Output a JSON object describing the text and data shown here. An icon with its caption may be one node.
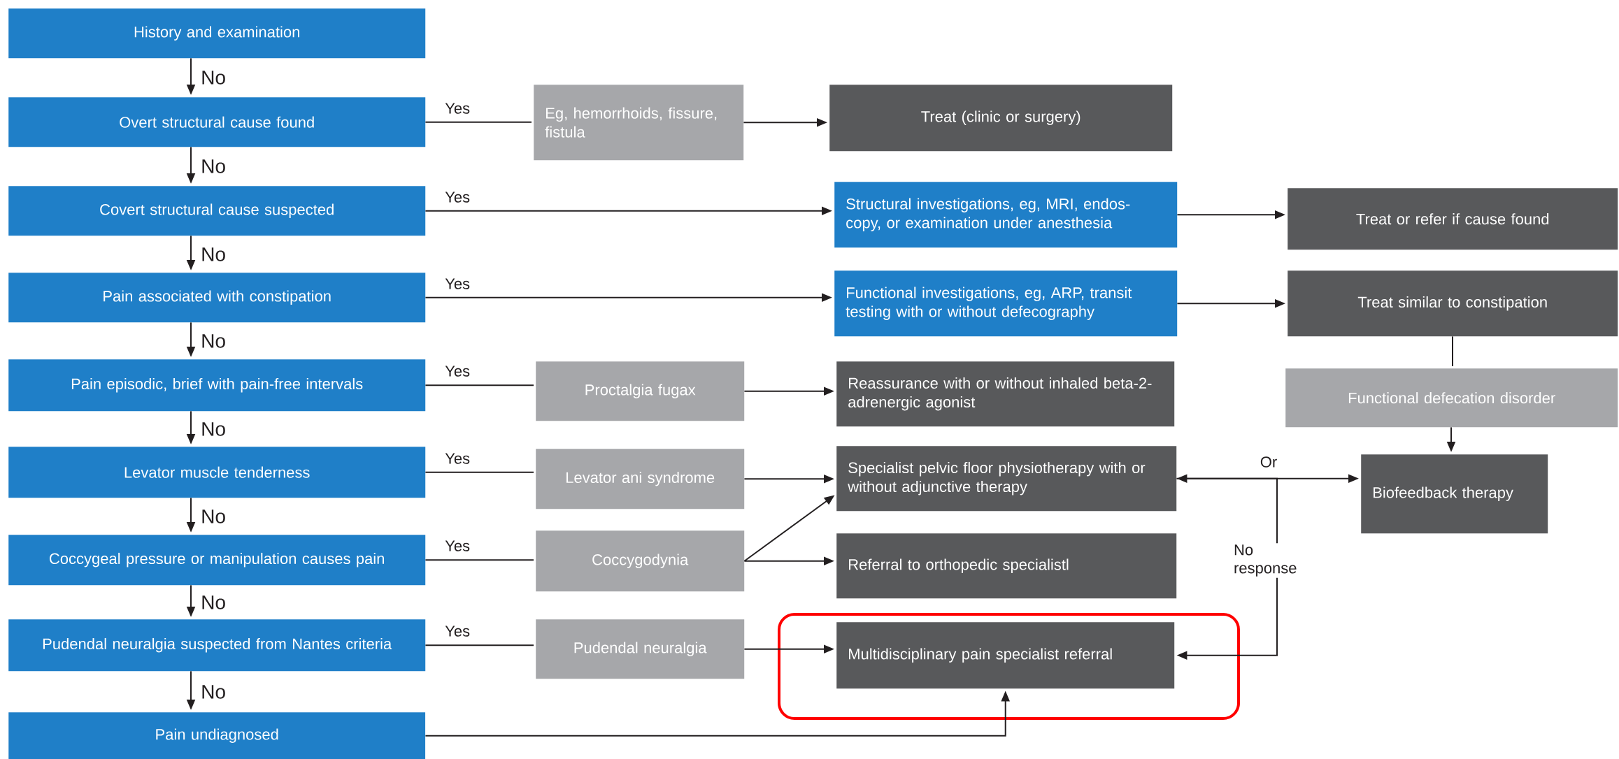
{
  "diagram": {
    "nodes": [
      {
        "text": [
          "History and examination"
        ]
      },
      {
        "text": [
          "Overt structural cause found"
        ]
      },
      {
        "text": [
          "Eg, hemorrhoids, fissure, fistula"
        ]
      },
      {
        "text": [
          "Treat (clinic or surgery)"
        ]
      },
      {
        "text": [
          "Covert structural cause suspected"
        ]
      },
      {
        "text": [
          "Structural investigations, eg, MRI, endos-copy, or examination under anesthesia"
        ]
      },
      {
        "text": [
          "Treat or refer if cause found"
        ]
      },
      {
        "text": [
          "Pain associated with constipation"
        ]
      },
      {
        "text": [
          "Functional investigations, eg, ARP, transit testing with or without defecography"
        ]
      },
      {
        "text": [
          "Treat similar to constipation"
        ]
      },
      {
        "text": [
          "Pain episodic, brief with pain-free intervals"
        ]
      },
      {
        "text": [
          "Proctalgia fugax"
        ]
      },
      {
        "text": [
          "Reassurance with or without inhaled beta-2-adrenergic agonist"
        ]
      },
      {
        "text": [
          "Functional defecation disorder"
        ]
      },
      {
        "text": [
          "Levator muscle tenderness"
        ]
      },
      {
        "text": [
          "Levator ani syndrome"
        ]
      },
      {
        "text": [
          "Specialist pelvic floor physiotherapy with or without adjunctive therapy"
        ]
      },
      {
        "text": [
          "Biofeedback therapy"
        ]
      },
      {
        "text": [
          "Coccygeal pressure or manipulation causes pain"
        ]
      },
      {
        "text": [
          "Coccygodynia"
        ]
      },
      {
        "text": [
          "Referral to orthopedic specialistl"
        ]
      },
      {
        "text": [
          "Pudendal neuralgia suspected from Nantes criteria"
        ]
      },
      {
        "text": [
          "Pudendal neuralgia"
        ]
      },
      {
        "text": [],
        "shape": "box"
      },
      {
        "text": [
          "Multidisciplinary pain specialist referral"
        ],
        "in": 23
      },
      {
        "text": [
          "Pain undiagnosed"
        ]
      }
    ],
    "edges": [
      {
        "from": 0,
        "to": 1,
        "arrow": "to",
        "label": "No"
      },
      {
        "from": 1,
        "to": 2,
        "arrow": "none",
        "label": "Yes"
      },
      {
        "from": 2,
        "to": 3,
        "arrow": "to"
      },
      {
        "from": 1,
        "to": 4,
        "arrow": "to",
        "label": "No"
      },
      {
        "from": 4,
        "to": 5,
        "arrow": "to",
        "label": "Yes"
      },
      {
        "from": 5,
        "to": 6,
        "arrow": "to"
      },
      {
        "from": 4,
        "to": 7,
        "arrow": "to",
        "label": "No"
      },
      {
        "from": 7,
        "to": 8,
        "arrow": "to",
        "label": "Yes"
      },
      {
        "from": 8,
        "to": 9,
        "arrow": "to"
      },
      {
        "from": 9,
        "to": 13,
        "arrow": "none"
      },
      {
        "from": 13,
        "to": 17,
        "arrow": "to"
      },
      {
        "from": 7,
        "to": 10,
        "arrow": "to",
        "label": "No"
      },
      {
        "from": 10,
        "to": 11,
        "arrow": "none",
        "label": "Yes"
      },
      {
        "from": 11,
        "to": 12,
        "arrow": "to"
      },
      {
        "from": 10,
        "to": 14,
        "arrow": "to",
        "label": "No"
      },
      {
        "from": 14,
        "to": 15,
        "arrow": "none",
        "label": "Yes"
      },
      {
        "from": 15,
        "to": 16,
        "arrow": "to"
      },
      {
        "from": 16,
        "to": 17,
        "arrow": "both",
        "label": "Or"
      },
      {
        "from": 14,
        "to": 18,
        "arrow": "to",
        "label": "No"
      },
      {
        "from": 18,
        "to": 19,
        "arrow": "none",
        "label": "Yes"
      },
      {
        "from": 19,
        "to": 16,
        "arrow": "to"
      },
      {
        "from": 19,
        "to": 20,
        "arrow": "to"
      },
      {
        "from": 18,
        "to": 21,
        "arrow": "to",
        "label": "No"
      },
      {
        "from": 21,
        "to": 22,
        "arrow": "none",
        "label": "Yes"
      },
      {
        "from": 22,
        "to": 24,
        "arrow": "to"
      },
      {
        "from": 16,
        "to": 24,
        "arrow": "to",
        "label": "No response"
      },
      {
        "from": 21,
        "to": 25,
        "arrow": "to",
        "label": "No"
      },
      {
        "from": 25,
        "to": 24,
        "arrow": "to"
      }
    ]
  }
}
